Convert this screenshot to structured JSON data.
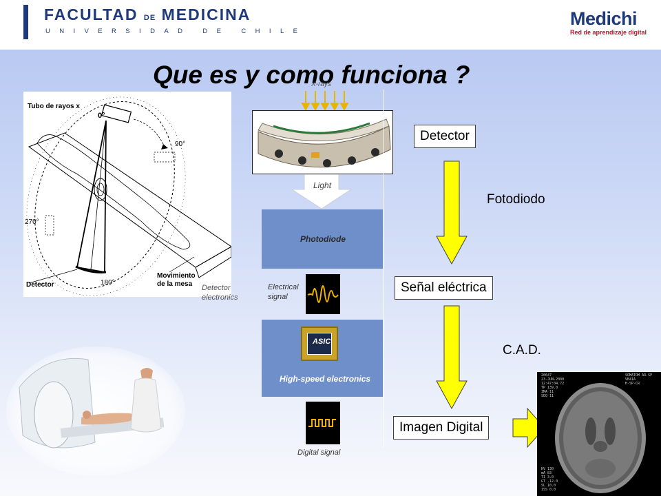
{
  "header": {
    "logo_left": {
      "line1_part1": "FACULTAD",
      "line1_de": "DE",
      "line1_part2": "MEDICINA",
      "line2": "UNIVERSIDAD DE CHILE"
    },
    "logo_right": {
      "name": "Medichi",
      "subtitle": "Red de aprendizaje digital"
    }
  },
  "slide": {
    "title": "Que es y como funciona ?"
  },
  "schematic": {
    "tube_label": "Tubo de rayos x",
    "angle_0": "0°",
    "angle_90": "90°",
    "angle_270": "270°",
    "angle_180": "180°",
    "detector_label": "Detector",
    "table_label_1": "Movimiento",
    "table_label_2": "de la mesa"
  },
  "detector_diagram": {
    "xrays": "X-rays",
    "light": "Light",
    "detector_electronics_1": "Detector",
    "detector_electronics_2": "electronics",
    "photodiode": "Photodiode",
    "electrical_signal_1": "Electrical",
    "electrical_signal_2": "signal",
    "asic": "ASIC",
    "high_speed": "High-speed electronics",
    "digital_signal": "Digital signal"
  },
  "flow": {
    "detector": "Detector",
    "fotodiodo": "Fotodiodo",
    "senal": "Señal eléctrica",
    "cad": "C.A.D.",
    "imagen": "Imagen Digital"
  },
  "ct_scan": {
    "text_left": "20647\n23-JUN-2000\n12:47:04.72\nTP 139.0\nIMA 11\nSEQ 11",
    "text_right": "SOMATOM AR.SP\nVB41A\nH-SP-CR",
    "text_bottom": "KV 130\nmA 83\nTI 3.0\nGT -12.0\nSL 10.0\nISS 0.0"
  },
  "colors": {
    "brand_blue": "#1f3a7a",
    "brand_red": "#c8102e",
    "arrow_fill": "#ffff00",
    "panel_blue": "#6f8fcb"
  }
}
